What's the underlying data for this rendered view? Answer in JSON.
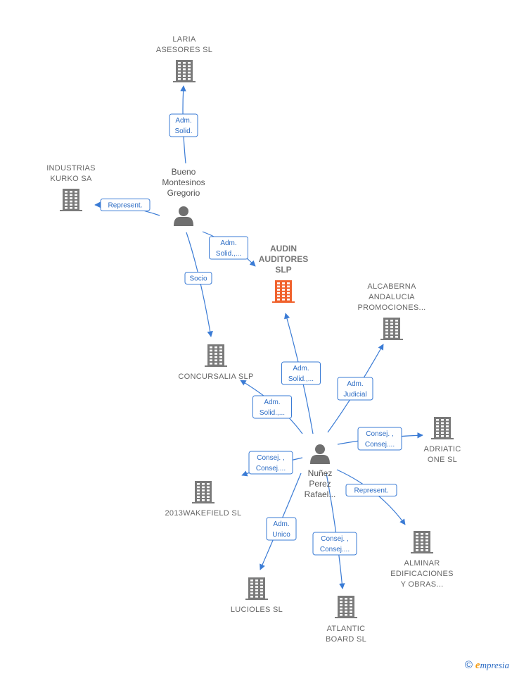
{
  "colors": {
    "building": "#7a7a7a",
    "focus_building": "#f0622d",
    "person": "#6f6f6f",
    "edge": "#3a7bd5",
    "edge_text": "#2c6cc4"
  },
  "nodes": [
    {
      "id": "laria",
      "type": "company",
      "lines": [
        "LARIA",
        "ASESORES  SL"
      ]
    },
    {
      "id": "industrias",
      "type": "company",
      "lines": [
        "INDUSTRIAS",
        "KURKO SA"
      ]
    },
    {
      "id": "bueno",
      "type": "person",
      "lines": [
        "Bueno",
        "Montesinos",
        "Gregorio"
      ]
    },
    {
      "id": "audin",
      "type": "focus",
      "lines": [
        "AUDIN",
        "AUDITORES",
        "SLP"
      ]
    },
    {
      "id": "alcaberna",
      "type": "company",
      "lines": [
        "ALCABERNA",
        "ANDALUCIA",
        "PROMOCIONES..."
      ]
    },
    {
      "id": "concursalia",
      "type": "company",
      "lines": [
        "CONCURSALIA SLP"
      ]
    },
    {
      "id": "adriatic",
      "type": "company",
      "lines": [
        "ADRIATIC",
        "ONE  SL"
      ]
    },
    {
      "id": "nunez",
      "type": "person",
      "lines": [
        "Nuñez",
        "Perez",
        "Rafael..."
      ]
    },
    {
      "id": "wakefield",
      "type": "company",
      "lines": [
        "2013WAKEFIELD SL"
      ]
    },
    {
      "id": "alminar",
      "type": "company",
      "lines": [
        "ALMINAR",
        "EDIFICACIONES",
        "Y OBRAS..."
      ]
    },
    {
      "id": "lucioles",
      "type": "company",
      "lines": [
        "LUCIOLES SL"
      ]
    },
    {
      "id": "atlantic",
      "type": "company",
      "lines": [
        "ATLANTIC",
        "BOARD  SL"
      ]
    }
  ],
  "edges": [
    {
      "id": "e1",
      "from": "bueno",
      "to": "laria",
      "label": [
        "Adm.",
        "Solid."
      ]
    },
    {
      "id": "e2",
      "from": "bueno",
      "to": "industrias",
      "label": [
        "Represent."
      ]
    },
    {
      "id": "e3",
      "from": "bueno",
      "to": "audin",
      "label": [
        "Adm.",
        "Solid.,..."
      ]
    },
    {
      "id": "e4",
      "from": "bueno",
      "to": "concursalia",
      "label": [
        "Socio"
      ]
    },
    {
      "id": "e5",
      "from": "nunez",
      "to": "audin",
      "label": [
        "Adm.",
        "Solid.,..."
      ]
    },
    {
      "id": "e6",
      "from": "nunez",
      "to": "alcaberna",
      "label": [
        "Adm.",
        "Judicial"
      ]
    },
    {
      "id": "e7",
      "from": "nunez",
      "to": "concursalia",
      "label": [
        "Adm.",
        "Solid.,..."
      ]
    },
    {
      "id": "e8",
      "from": "nunez",
      "to": "adriatic",
      "label": [
        "Consej. ,",
        "Consej...."
      ]
    },
    {
      "id": "e9",
      "from": "nunez",
      "to": "wakefield",
      "label": [
        "Consej. ,",
        "Consej...."
      ]
    },
    {
      "id": "e10",
      "from": "nunez",
      "to": "alminar",
      "label": [
        "Represent."
      ]
    },
    {
      "id": "e11",
      "from": "nunez",
      "to": "lucioles",
      "label": [
        "Adm.",
        "Unico"
      ]
    },
    {
      "id": "e12",
      "from": "nunez",
      "to": "atlantic",
      "label": [
        "Consej. ,",
        "Consej...."
      ]
    }
  ],
  "footer": {
    "copyright_symbol": "©",
    "brand_first": "e",
    "brand_rest": "mpresia"
  }
}
